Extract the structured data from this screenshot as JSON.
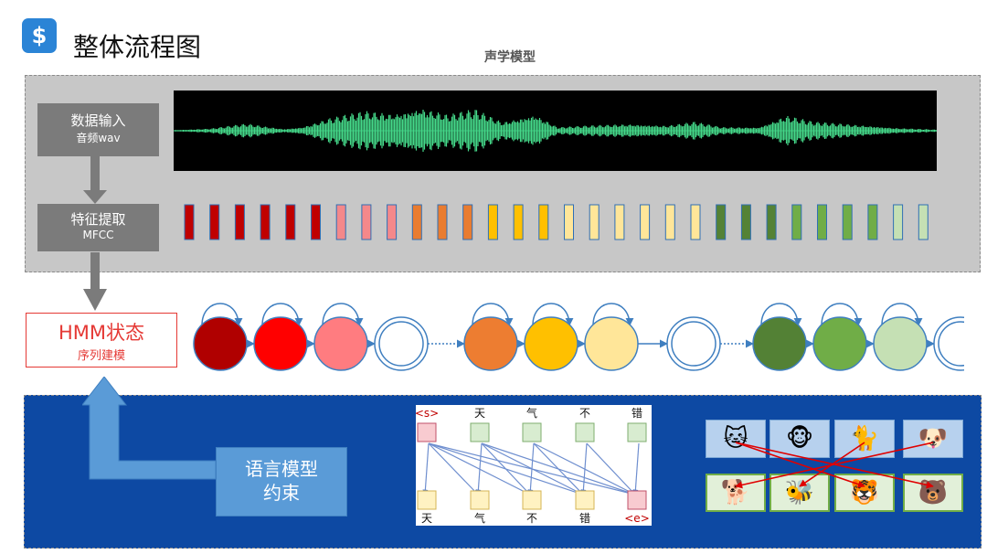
{
  "header": {
    "title": "整体流程图",
    "subtitle": "声学模型",
    "logo_icon": "brand-s-icon"
  },
  "acoustic": {
    "input_box": {
      "line1": "数据输入",
      "line2": "音频wav"
    },
    "feature_box": {
      "line1": "特征提取",
      "line2": "MFCC"
    },
    "waveform_color": "#45d98a",
    "mfcc_colors": [
      "#c00000",
      "#c00000",
      "#c00000",
      "#c00000",
      "#c00000",
      "#c00000",
      "#f4888a",
      "#f4888a",
      "#f4888a",
      "#e97c30",
      "#e97c30",
      "#e97c30",
      "#ffc000",
      "#ffc000",
      "#ffc000",
      "#ffe699",
      "#ffe699",
      "#ffe699",
      "#ffe699",
      "#ffe699",
      "#ffe699",
      "#548235",
      "#548235",
      "#548235",
      "#70ad47",
      "#70ad47",
      "#70ad47",
      "#70ad47",
      "#c5e0b4",
      "#c5e0b4"
    ]
  },
  "hmm": {
    "line1": "HMM状态",
    "line2": "序列建模",
    "state_colors": [
      "#b00000",
      "#ff0000",
      "#ff7c80",
      "#ffffff",
      "#ed7d31",
      "#ffc000",
      "#ffe699",
      "#ffffff",
      "#538135",
      "#70ad47",
      "#c5e0b4",
      "#ffffff"
    ]
  },
  "language_model": {
    "line1": "语言模型",
    "line2": "约束",
    "top_tokens": [
      "<s>",
      "天",
      "气",
      "不",
      "错"
    ],
    "bottom_tokens": [
      "天",
      "气",
      "不",
      "错",
      "<e>"
    ],
    "image_icons_top": [
      "🐱",
      "🐵",
      "🐈",
      "🐶"
    ],
    "image_icons_bottom": [
      "🐕",
      "🐝",
      "🐯",
      "🐻"
    ]
  }
}
